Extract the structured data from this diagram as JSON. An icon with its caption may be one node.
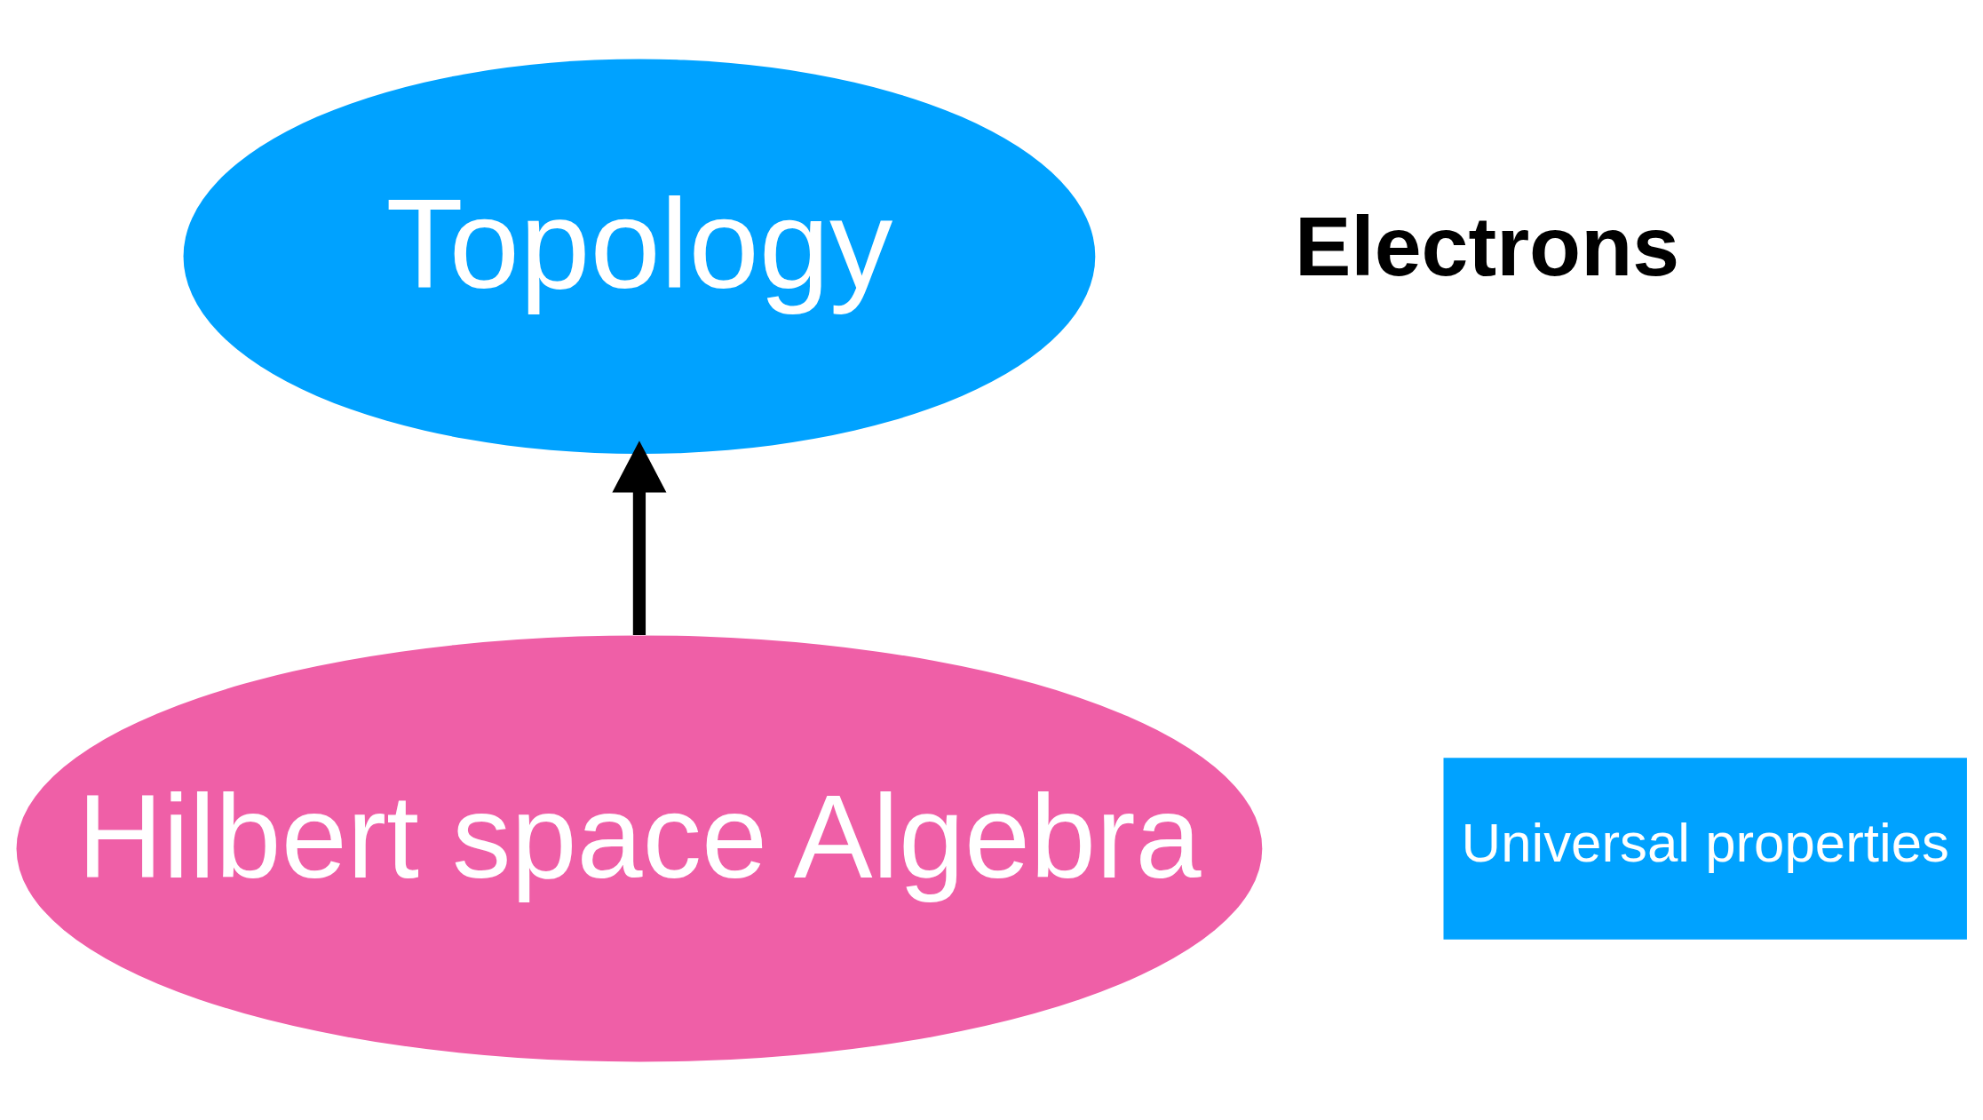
{
  "diagram": {
    "nodes": [
      {
        "text": [
          "Topology"
        ]
      },
      {
        "text": [
          "Universal properties"
        ]
      },
      {
        "text": [
          "Hilbert space Algebra"
        ]
      }
    ],
    "edges": [
      {
        "from": 2,
        "to": 0,
        "arrow": "to"
      }
    ],
    "labels": [
      "Electrons"
    ]
  }
}
